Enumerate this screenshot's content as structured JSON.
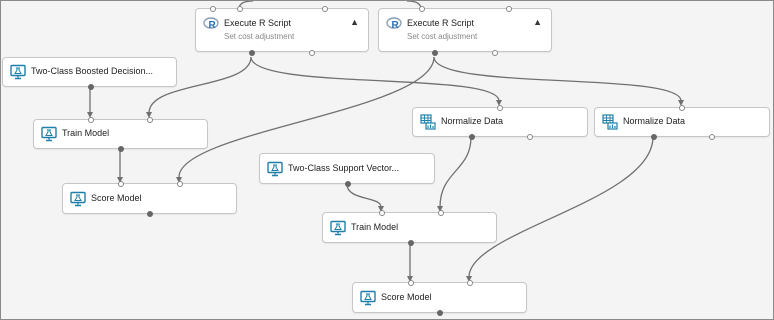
{
  "modules": [
    {
      "id": "execute-r-1",
      "title": "Execute R Script",
      "subtitle": "Set cost adjustment",
      "icon": "r-script-icon"
    },
    {
      "id": "execute-r-2",
      "title": "Execute R Script",
      "subtitle": "Set cost adjustment",
      "icon": "r-script-icon"
    },
    {
      "id": "boosted-tree",
      "title": "Two-Class Boosted Decision...",
      "icon": "flask-monitor-icon"
    },
    {
      "id": "train-model-1",
      "title": "Train Model",
      "icon": "flask-monitor-icon"
    },
    {
      "id": "score-model-1",
      "title": "Score Model",
      "icon": "flask-monitor-icon"
    },
    {
      "id": "normalize-1",
      "title": "Normalize Data",
      "icon": "data-grid-icon"
    },
    {
      "id": "normalize-2",
      "title": "Normalize Data",
      "icon": "data-grid-icon"
    },
    {
      "id": "svm",
      "title": "Two-Class Support Vector...",
      "icon": "flask-monitor-icon"
    },
    {
      "id": "train-model-2",
      "title": "Train Model",
      "icon": "flask-monitor-icon"
    },
    {
      "id": "score-model-2",
      "title": "Score Model",
      "icon": "flask-monitor-icon"
    }
  ],
  "colors": {
    "canvas": "#f4f4f4",
    "wire": "#707070",
    "r_blue": "#2a6fb8",
    "icon_teal": "#1f7fa8"
  }
}
